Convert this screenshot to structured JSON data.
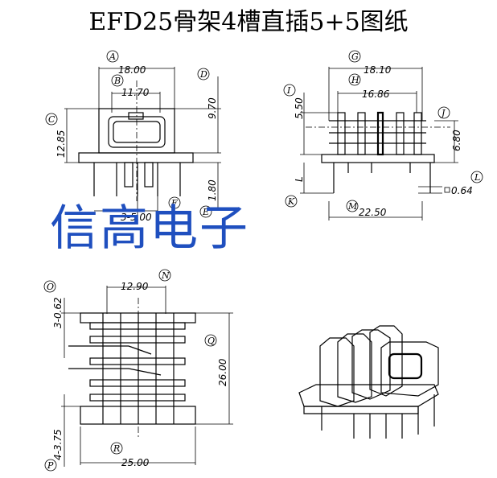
{
  "title": "EFD25骨架4槽直插5+5图纸",
  "watermark": "信高电子",
  "dimensions": {
    "A": "18.00",
    "B": "11.70",
    "C": "12.85",
    "D": "9.70",
    "E": "1.80",
    "F": "3-5.00",
    "G": "18.10",
    "H": "16.86",
    "I": "5.50",
    "J": "6.80",
    "K": "L",
    "L": "0.64",
    "M": "22.50",
    "N": "12.90",
    "O": "3-0.62",
    "P": "4-3.75",
    "Q": "26.00",
    "R": "25.00"
  },
  "circle_labels": [
    "A",
    "B",
    "C",
    "D",
    "E",
    "F",
    "G",
    "H",
    "I",
    "J",
    "K",
    "L",
    "M",
    "N",
    "O",
    "P",
    "Q",
    "R"
  ]
}
